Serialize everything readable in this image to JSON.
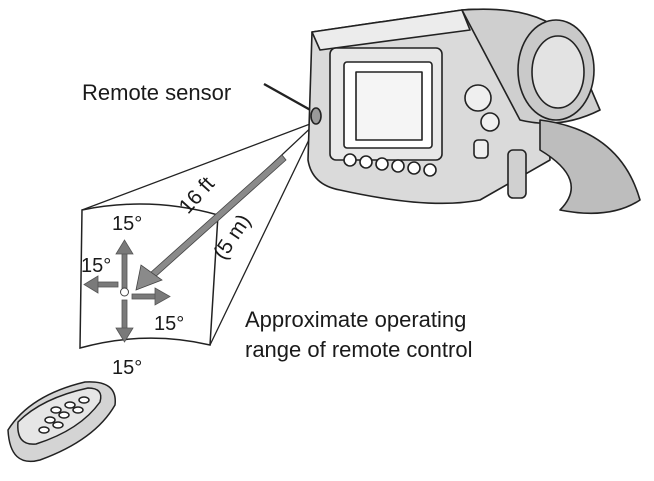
{
  "labels": {
    "remote_sensor": "Remote sensor",
    "distance_ft": "16 ft",
    "distance_m": "(5 m)",
    "angle_top": "15°",
    "angle_left": "15°",
    "angle_right": "15°",
    "angle_bottom": "15°",
    "range_caption_line1": "Approximate operating",
    "range_caption_line2": "range of remote control"
  },
  "colors": {
    "line": "#222222",
    "body_gray": "#d6d6d6",
    "dark_gray": "#8a8a8a",
    "arrow_gray": "#7a7a7a"
  }
}
